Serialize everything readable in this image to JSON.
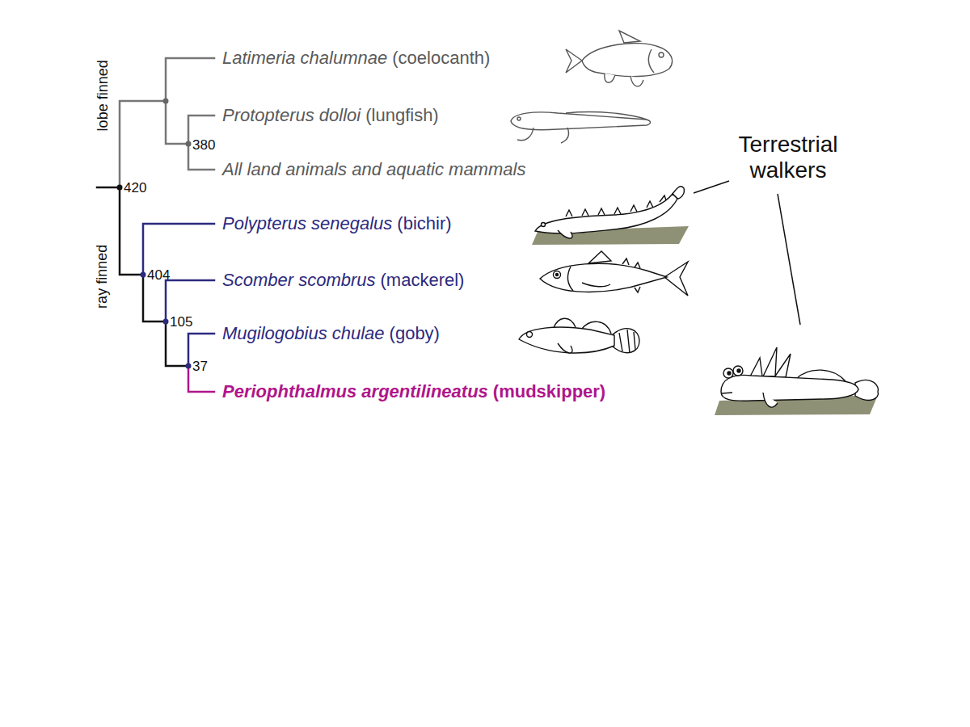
{
  "diagram": {
    "labels": [
      "lobe finned",
      "ray finned",
      "Latimeria chalumnae",
      "(coelocanth)",
      "Protopterus dolloi",
      "(lungfish)",
      "All land animals and aquatic mammals",
      "Polypterus senegalus",
      "(bichir)",
      "Scomber scombrus",
      "(mackerel)",
      "Mugilogobius chulae",
      "(goby)",
      "Periophthalmus argentilineatus",
      "(mudskipper)",
      "420",
      "380",
      "404",
      "105",
      "37",
      "Terrestrial walkers"
    ]
  }
}
